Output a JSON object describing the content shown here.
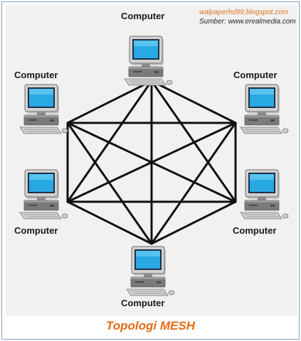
{
  "diagram": {
    "caption": "Topologi MESH",
    "watermark": "walpaperhd99.blogspot.com",
    "source": "Sumber: www.erealmedia.com",
    "colors": {
      "watermark": "#e0741e",
      "source": "#222222",
      "caption": "#e56b15",
      "links": "#111111",
      "background": "#f1f1f1"
    },
    "nodes": [
      {
        "label": "Computer",
        "icon": "computer-icon"
      },
      {
        "label": "Computer",
        "icon": "computer-icon"
      },
      {
        "label": "Computer",
        "icon": "computer-icon"
      },
      {
        "label": "Computer",
        "icon": "computer-icon"
      },
      {
        "label": "Computer",
        "icon": "computer-icon"
      },
      {
        "label": "Computer",
        "icon": "computer-icon"
      }
    ]
  }
}
